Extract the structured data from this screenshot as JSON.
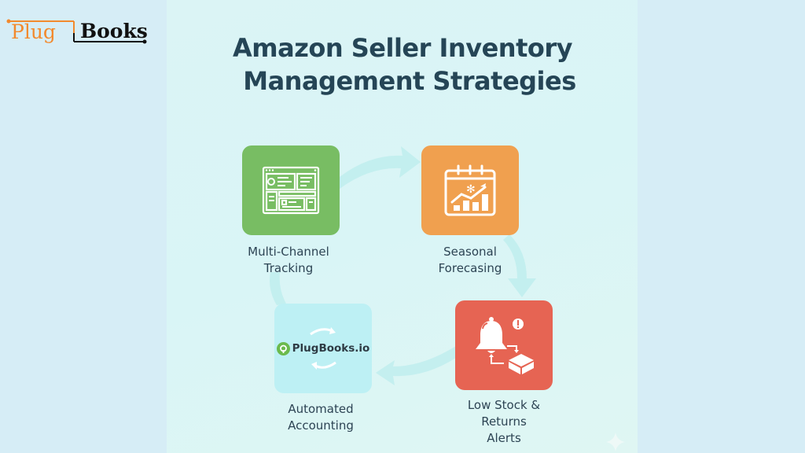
{
  "brand": {
    "part1": "Plug",
    "part2": "Books",
    "part1_color": "#f28a2e",
    "part2_color": "#111111"
  },
  "title": {
    "line1": "Amazon Seller Inventory",
    "line2": "Management Strategies"
  },
  "cycle": [
    {
      "label_line1": "Multi-Channel",
      "label_line2": "Tracking",
      "icon": "dashboard-window-icon",
      "color": "#78bd63"
    },
    {
      "label_line1": "Seasonal",
      "label_line2": "Forecasing",
      "icon": "calendar-trend-icon",
      "color": "#f0a04f"
    },
    {
      "label_line1": "Low Stock &",
      "label_line2": "Returns",
      "label_line3": "Alerts",
      "icon": "bell-box-alert-icon",
      "color": "#e66453"
    },
    {
      "label_line1": "Automated",
      "label_line2": "Accounting",
      "icon": "plugbooks-sync-icon",
      "color": "#bdf0f4",
      "inner_logo_text": "PlugBooks.io"
    }
  ],
  "colors": {
    "outer_bg": "#d6edf6",
    "panel_bg": "#dbf4f5",
    "title": "#254556",
    "arrow": "#bfeeee"
  }
}
